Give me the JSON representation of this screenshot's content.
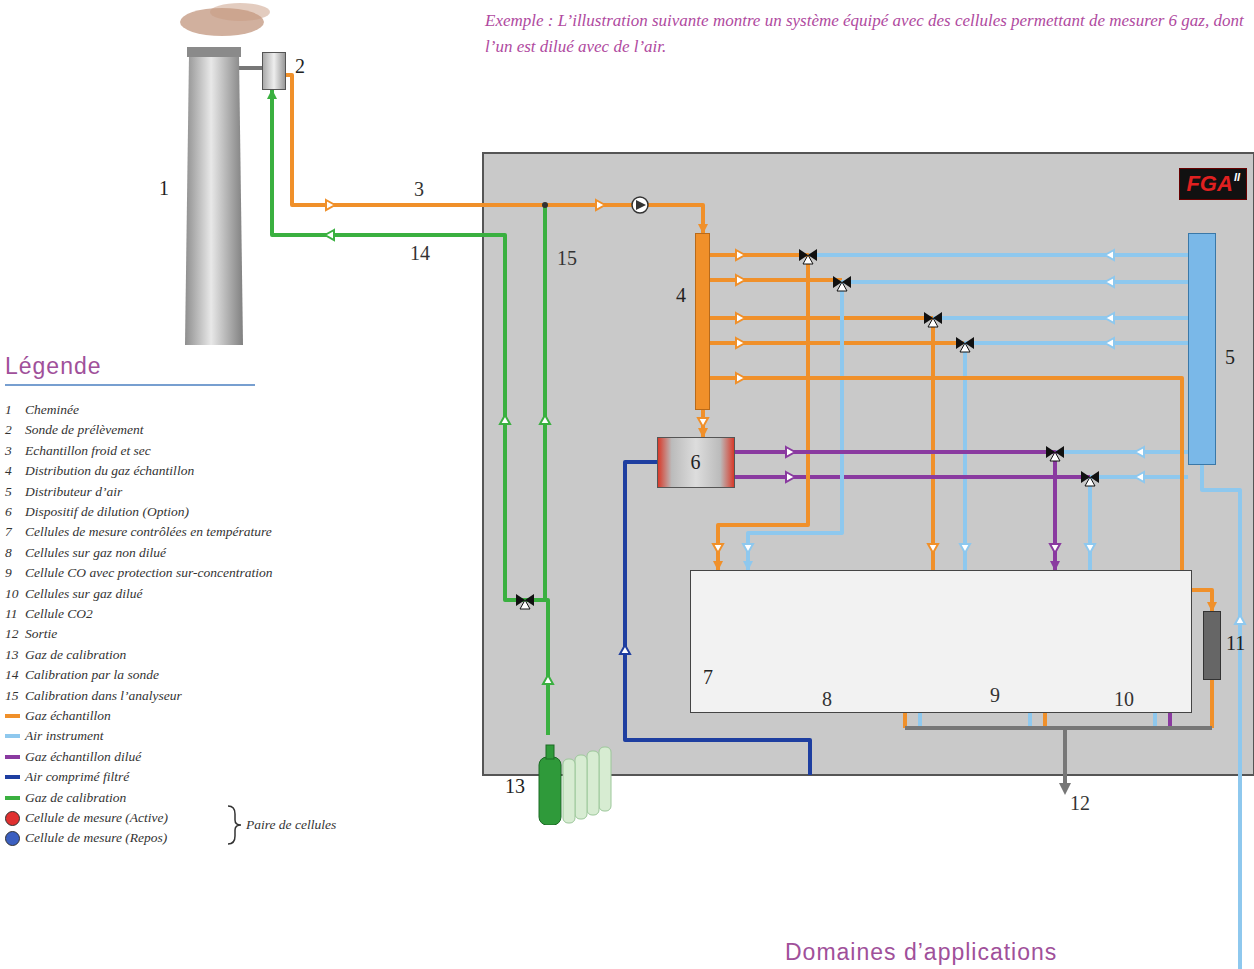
{
  "diagram": {
    "nodes": [
      {
        "text": [
          "1"
        ]
      },
      {
        "text": [
          "2"
        ]
      },
      {
        "text": [
          "4"
        ]
      },
      {
        "text": [
          "5"
        ]
      },
      {
        "text": [
          "6"
        ]
      },
      {
        "text": [
          "7"
        ]
      },
      {
        "text": [
          "11"
        ]
      },
      {
        "text": [
          "FGA",
          "II"
        ]
      },
      {
        "text": [
          "13"
        ]
      }
    ],
    "edges": [
      {
        "from": 1,
        "to": 2,
        "label": "3",
        "arrow": "to"
      },
      {
        "from": 8,
        "to": 1,
        "label": "14",
        "arrow": "to"
      },
      {
        "from": 2,
        "to": 4,
        "arrow": "to"
      },
      {
        "from": 2,
        "to": 5,
        "arrow": "to"
      },
      {
        "from": 3,
        "to": 5,
        "arrow": "to"
      },
      {
        "from": 4,
        "to": 5,
        "arrow": "to"
      },
      {
        "from": 2,
        "to": 6,
        "arrow": "to"
      }
    ],
    "labels": [
      "Exemple : L’illustration suivante montre un système équipé avec des cellules permettant de mesurer 6 gaz, dont l’un est dilué avec de l’air.",
      "15",
      "8",
      "9",
      "10",
      "12",
      "Légende",
      "1",
      "Cheminée",
      "2",
      "Sonde de prélèvement",
      "3",
      "Echantillon froid et sec",
      "4",
      "Distribution du gaz échantillon",
      "5",
      "Distributeur d’air",
      "6",
      "Dispositif de dilution (Option)",
      "7",
      "Cellules de mesure contrôlées en température",
      "8",
      "Cellules sur gaz non dilué",
      "9",
      "Cellule CO avec protection sur-concentration",
      "10",
      "Cellules sur gaz dilué",
      "11",
      "Cellule CO2",
      "12",
      "Sortie",
      "13",
      "Gaz de calibration",
      "14",
      "Calibration par la sonde",
      "15",
      "Calibration dans l’analyseur",
      "Paire de cellules",
      "Domaines d’applications"
    ],
    "legend": [
      {
        "text": "Gaz échantillon",
        "color": "#f0902a"
      },
      {
        "text": "Air instrument",
        "color": "#8ec8ee"
      },
      {
        "text": "Gaz échantillon dilué",
        "color": "#8a3aa0"
      },
      {
        "text": "Air comprimé filtré",
        "color": "#1e3ea0"
      },
      {
        "text": "Gaz de calibration",
        "color": "#3ab040"
      },
      {
        "text": "Cellule de mesure (Active)",
        "color": "#e03030"
      },
      {
        "text": "Cellule de mesure (Repos)",
        "color": "#3b5fc0"
      }
    ]
  }
}
